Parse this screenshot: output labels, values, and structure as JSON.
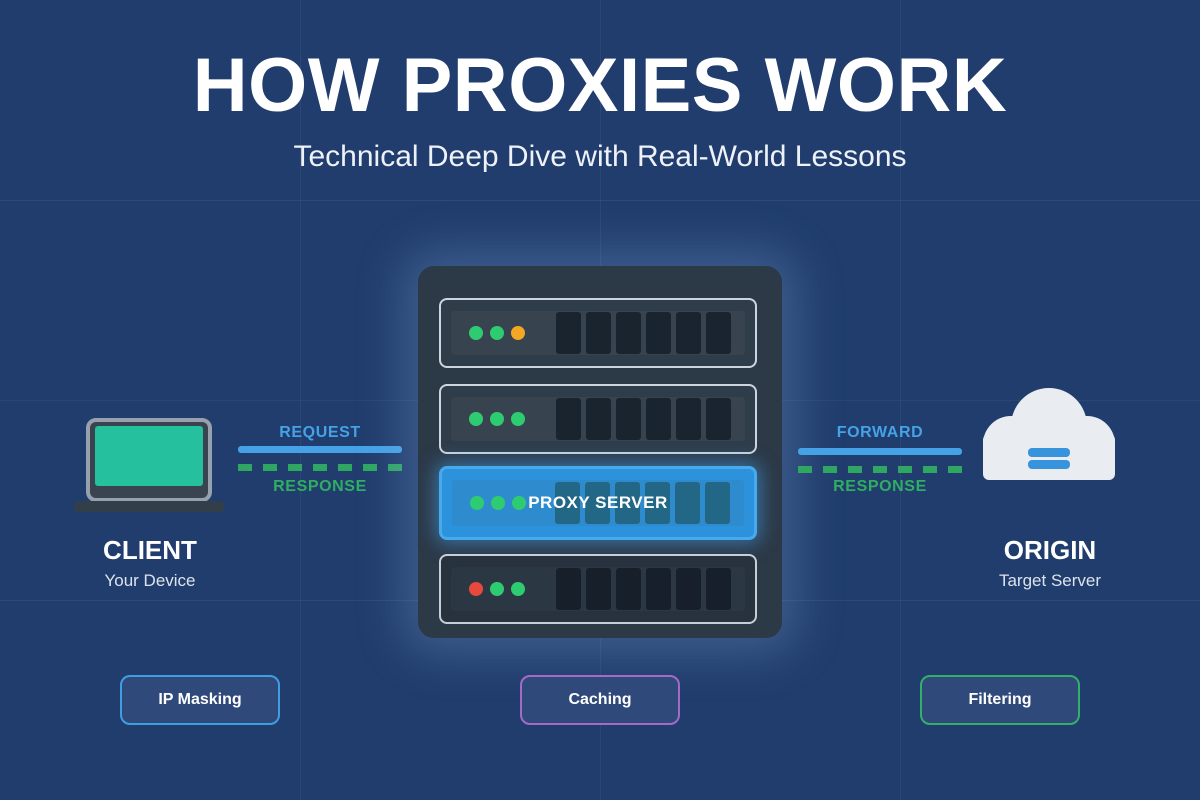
{
  "header": {
    "title": "HOW PROXIES WORK",
    "subtitle": "Technical Deep Dive with Real-World Lessons"
  },
  "client": {
    "label": "CLIENT",
    "sublabel": "Your Device"
  },
  "origin": {
    "label": "ORIGIN",
    "sublabel": "Target Server"
  },
  "flows": {
    "left": {
      "request": "REQUEST",
      "response": "RESPONSE"
    },
    "right": {
      "request": "FORWARD",
      "response": "RESPONSE"
    }
  },
  "rack": {
    "proxy_label": "PROXY SERVER",
    "rows": [
      {
        "type": "server",
        "leds": [
          "green",
          "green",
          "orange"
        ],
        "bays": 6
      },
      {
        "type": "server",
        "leds": [
          "green",
          "green",
          "green"
        ],
        "bays": 6
      },
      {
        "type": "proxy",
        "leds": [
          "green",
          "green",
          "green"
        ],
        "bays": 6
      },
      {
        "type": "server",
        "leds": [
          "red",
          "green",
          "green"
        ],
        "bays": 6
      }
    ]
  },
  "features": [
    {
      "label": "IP Masking",
      "accent": "#3f9de2"
    },
    {
      "label": "Caching",
      "accent": "#a569c8"
    },
    {
      "label": "Filtering",
      "accent": "#33b068"
    }
  ],
  "colors": {
    "background": "#203d6d",
    "accent_blue": "#45a2e6",
    "accent_green": "#2fae63",
    "proxy_highlight": "#47a9ee",
    "screen_teal": "#25c19f",
    "cloud": "#e9edf2",
    "cloud_bar_blue": "#3793dc",
    "led": {
      "green": "#2ecc71",
      "orange": "#f5a623",
      "red": "#e8493d"
    }
  }
}
